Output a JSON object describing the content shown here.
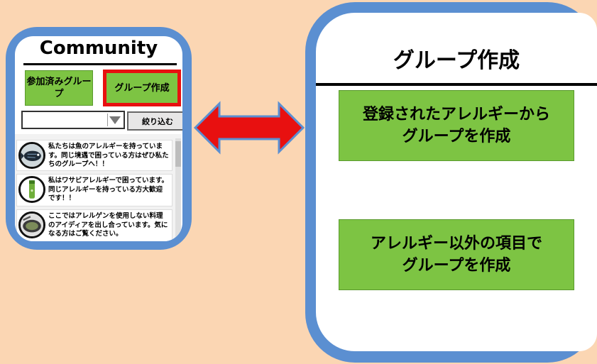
{
  "left_screen": {
    "title": "Community",
    "joined_groups_button": "参加済みグループ",
    "create_group_button": "グループ作成",
    "filter_button": "絞り込む",
    "posts": [
      {
        "text": "私たちは魚のアレルギーを持っています。同じ境遇で困っている方はぜひ私たちのグループへ！！",
        "avatar": "fish-icon"
      },
      {
        "text": "私はワサビアレルギーで困っています。同じアレルギーを持っている方大歓迎です！！",
        "avatar": "wasabi-icon"
      },
      {
        "text": "ここではアレルゲンを使用しない料理のアイディアを出し合っています。気になる方はご覧ください。",
        "avatar": "dish-icon"
      }
    ]
  },
  "right_screen": {
    "title": "グループ作成",
    "option_registered": "登録されたアレルギーから\nグループを作成",
    "option_other": "アレルギー以外の項目で\nグループを作成"
  },
  "colors": {
    "background": "#fbd6b3",
    "phone_frame": "#5b8fd1",
    "button_green": "#7dc443",
    "highlight_red": "#e81010"
  }
}
